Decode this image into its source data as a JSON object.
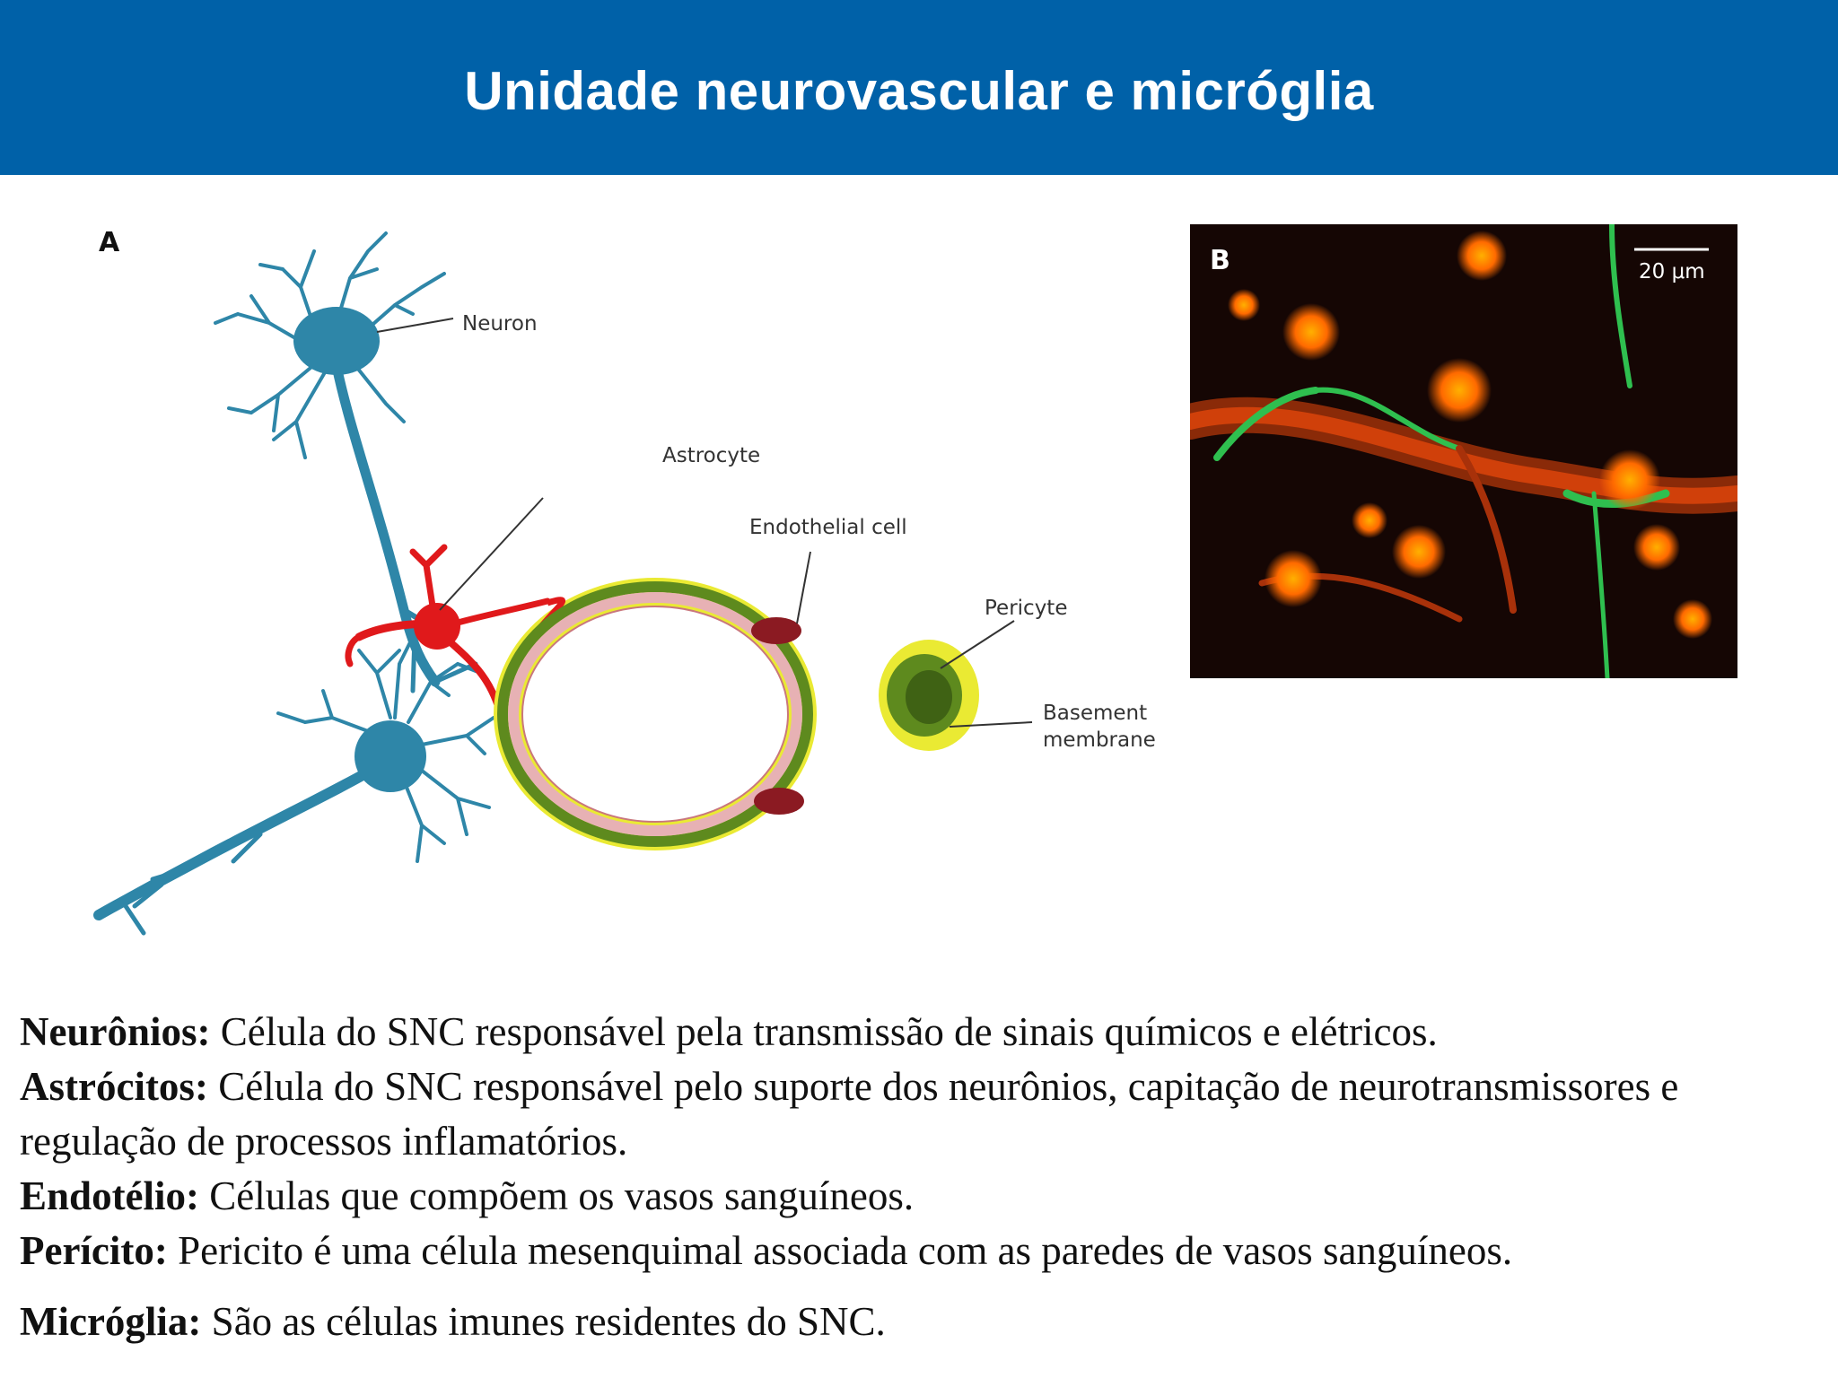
{
  "title": "Unidade neurovascular e micróglia",
  "diagram": {
    "panel_letter": "A",
    "labels": {
      "neuron": "Neuron",
      "astrocyte": "Astrocyte",
      "endothelial": "Endothelial cell",
      "pericyte": "Pericyte",
      "basement_line1": "Basement",
      "basement_line2": "membrane"
    },
    "colors": {
      "neuron": "#2e86a8",
      "astrocyte": "#e0191b",
      "basement_membrane": "#eaea33",
      "pericyte": "#5e8a1e",
      "endothelium": "#e7b1b4",
      "nucleus": "#8b1a22"
    }
  },
  "micrograph": {
    "panel_letter": "B",
    "scale_bar": "20 μm",
    "colors": {
      "background": "#150604",
      "astrocytes": "#ff7a10",
      "vessels": "#2fbf4f"
    }
  },
  "definitions": [
    {
      "term": "Neurônios:",
      "text": " Célula do SNC responsável pela transmissão de sinais químicos e elétricos."
    },
    {
      "term": "Astrócitos:",
      "text": " Célula do SNC responsável pelo suporte dos neurônios, capitação de neurotransmissores e regulação de processos inflamatórios."
    },
    {
      "term": "Endotélio:",
      "text": " Células que compõem os vasos sanguíneos."
    },
    {
      "term": "Perícito:",
      "text": " Pericito é uma célula mesenquimal associada com as paredes de vasos sanguíneos."
    },
    {
      "term": "Micróglia:",
      "text": " São as células imunes residentes do SNC."
    }
  ]
}
